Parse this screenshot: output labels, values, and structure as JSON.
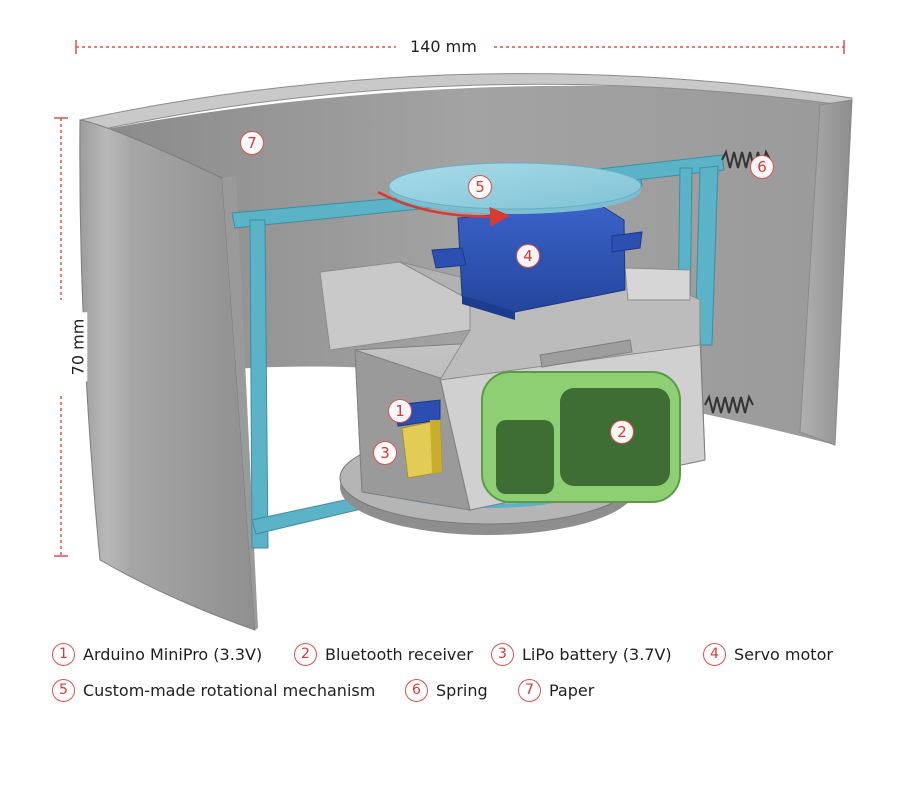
{
  "dimensions": {
    "width": "140 mm",
    "height": "70 mm"
  },
  "callouts": [
    "1",
    "2",
    "3",
    "4",
    "5",
    "6",
    "7"
  ],
  "legend": [
    {
      "num": "1",
      "label": "Arduino MiniPro (3.3V)"
    },
    {
      "num": "2",
      "label": "Bluetooth receiver"
    },
    {
      "num": "3",
      "label": "LiPo battery (3.7V)"
    },
    {
      "num": "4",
      "label": "Servo motor"
    },
    {
      "num": "5",
      "label": "Custom-made rotational mechanism"
    },
    {
      "num": "6",
      "label": "Spring"
    },
    {
      "num": "7",
      "label": "Paper"
    }
  ],
  "colors": {
    "accent": "#e0504a",
    "frame": "#5bb3c8",
    "servo": "#2f55b8",
    "battery": "#6fae5a",
    "paper": "#a9a9a9"
  }
}
